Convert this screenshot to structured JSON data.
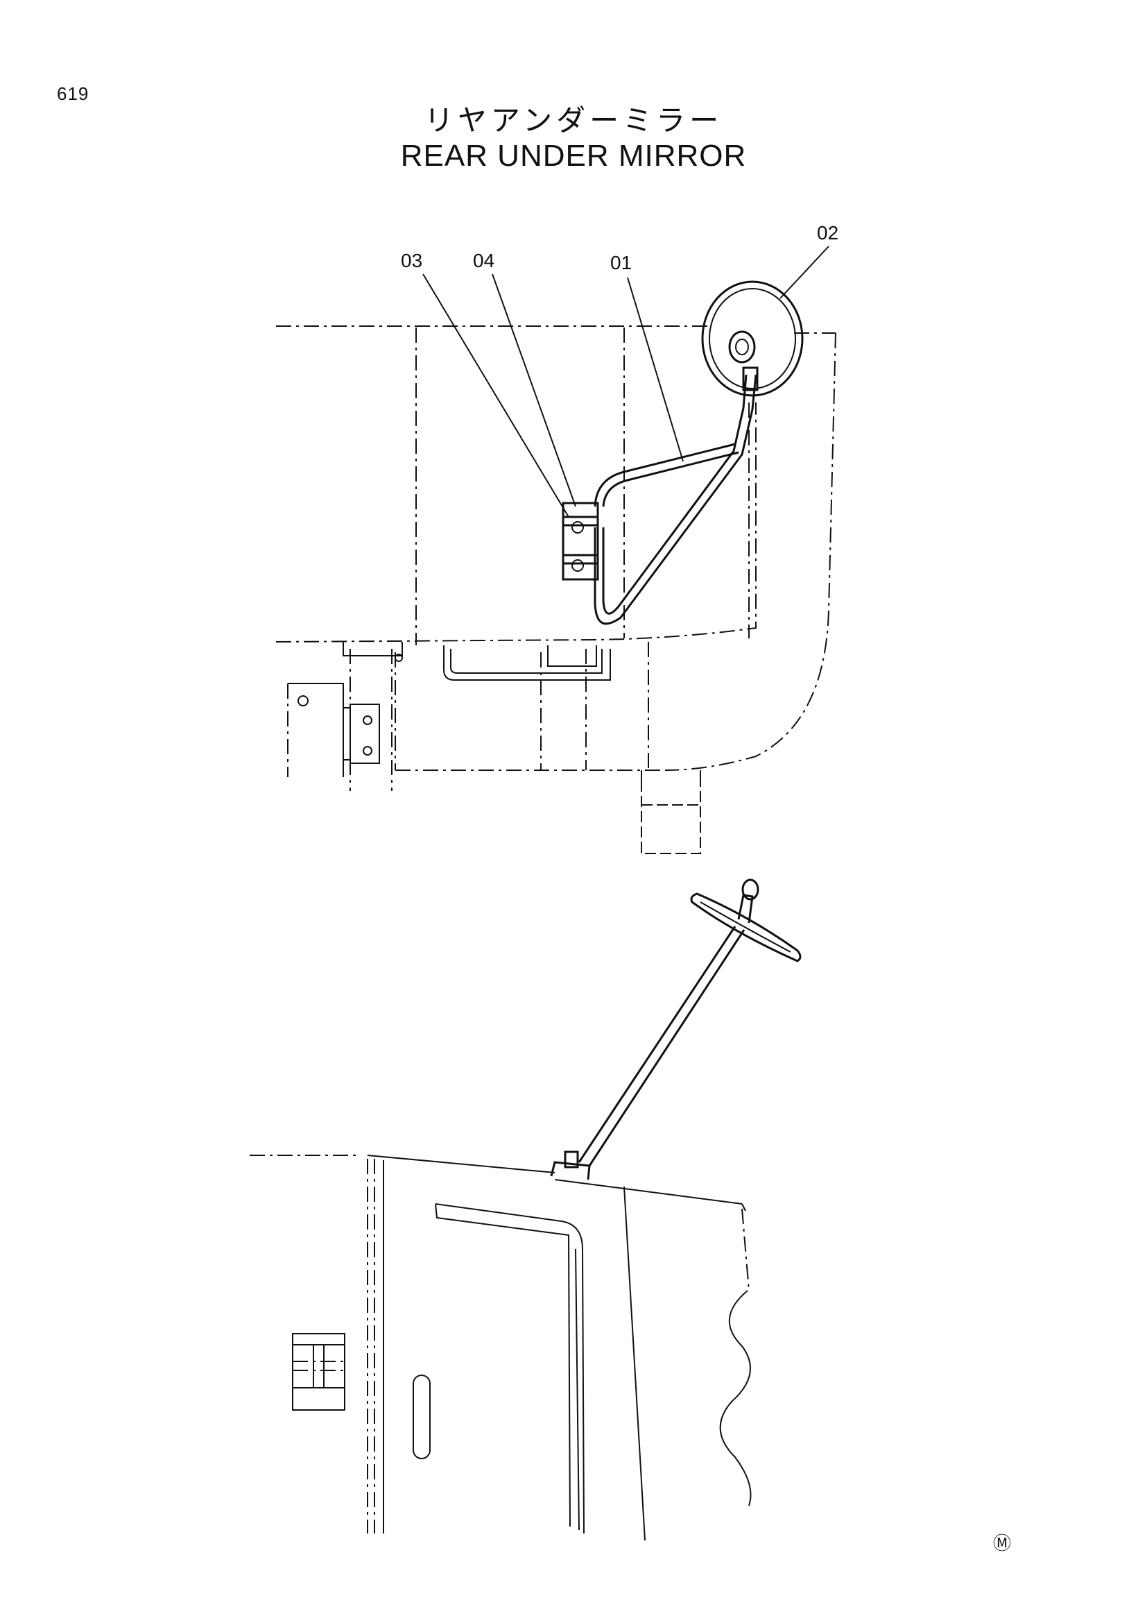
{
  "header": {
    "page_number": "619",
    "title_jp": "リヤアンダーミラー",
    "title_en": "REAR UNDER MIRROR"
  },
  "callouts": {
    "c01": "01",
    "c02": "02",
    "c03": "03",
    "c04": "04"
  },
  "footer": {
    "mark": "Ⓜ"
  }
}
